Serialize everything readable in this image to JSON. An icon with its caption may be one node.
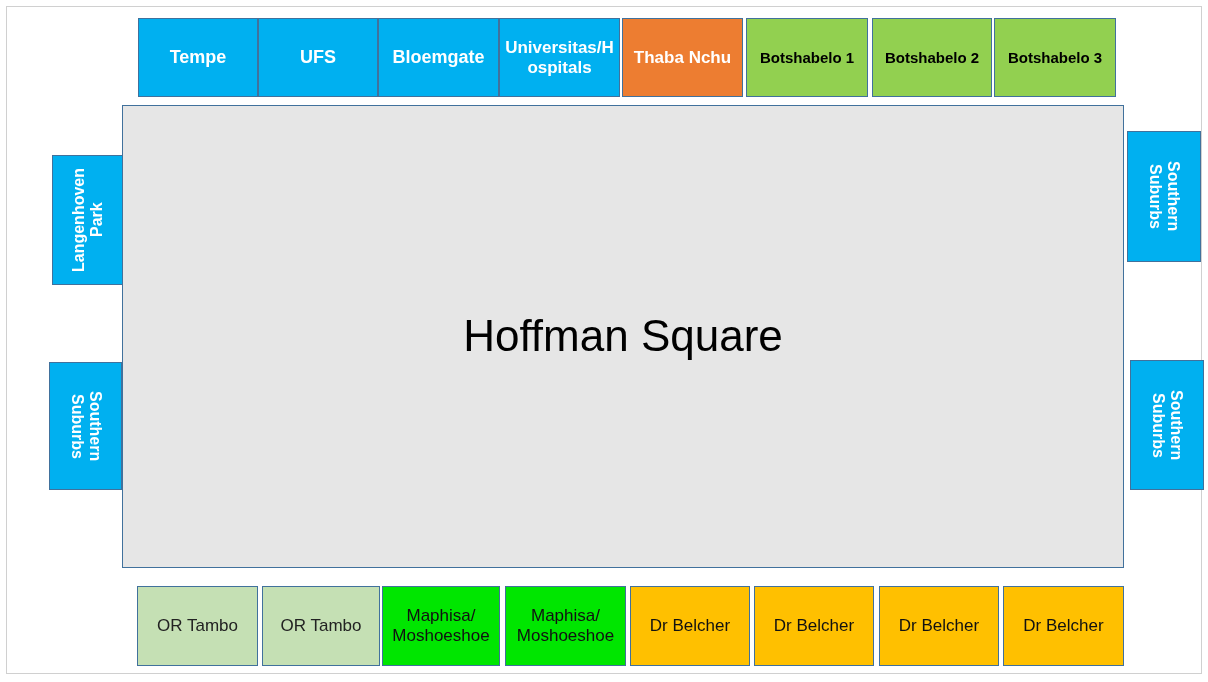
{
  "diagram": {
    "nodes": [
      {
        "text": [
          "Tempe"
        ]
      },
      {
        "text": [
          "UFS"
        ]
      },
      {
        "text": [
          "Bloemgate"
        ]
      },
      {
        "text": [
          "Universitas/Hospitals"
        ]
      },
      {
        "text": [
          "Thaba Nchu"
        ]
      },
      {
        "text": [
          "Botshabelo 1"
        ]
      },
      {
        "text": [
          "Botshabelo 2"
        ]
      },
      {
        "text": [
          "Botshabelo 3"
        ]
      },
      {
        "text": [
          "Langenhoven Park"
        ]
      },
      {
        "text": [
          "Hoffman Square"
        ]
      },
      {
        "text": [
          "Southern Suburbs"
        ]
      },
      {
        "text": [
          "Southern Suburbs"
        ]
      },
      {
        "text": [
          "Southern Suburbs"
        ]
      },
      {
        "text": [
          "OR Tambo"
        ]
      },
      {
        "text": [
          "OR Tambo"
        ]
      },
      {
        "text": [
          "Maphisa/ Moshoeshoe"
        ]
      },
      {
        "text": [
          "Maphisa/ Moshoeshoe"
        ]
      },
      {
        "text": [
          "Dr Belcher"
        ]
      },
      {
        "text": [
          "Dr Belcher"
        ]
      },
      {
        "text": [
          "Dr Belcher"
        ]
      },
      {
        "text": [
          "Dr Belcher"
        ]
      }
    ]
  }
}
